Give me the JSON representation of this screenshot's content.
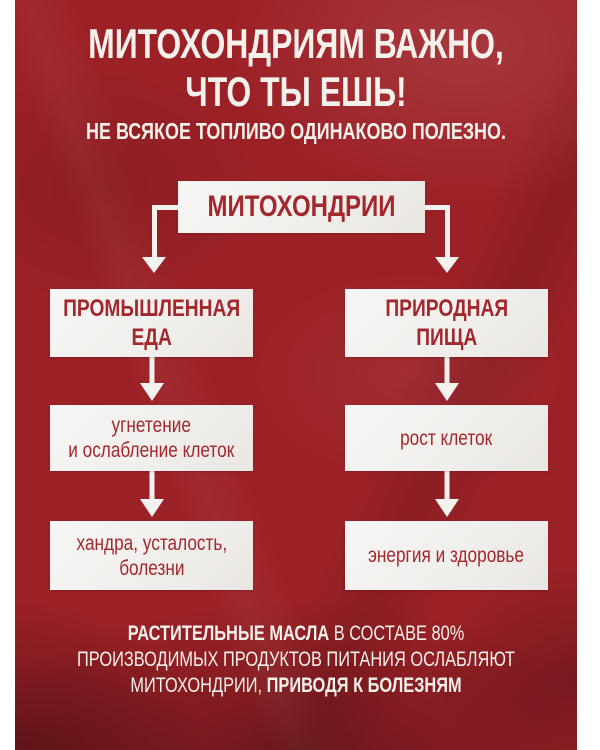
{
  "poster": {
    "header": {
      "title": "МИТОХОНДРИЯМ ВАЖНО,\nЧТО ТЫ ЕШЬ!",
      "subtitle": "НЕ ВСЯКОЕ ТОПЛИВО ОДИНАКОВО ПОЛЕЗНО."
    },
    "flowchart": {
      "root": "МИТОХОНДРИИ",
      "left_column": {
        "cause": "ПРОМЫШЛЕННАЯ\nЕДА",
        "effect1": "угнетение\nи ослабление клеток",
        "effect2": "хандра, усталость,\nболезни"
      },
      "right_column": {
        "cause": "ПРИРОДНАЯ\nПИЩА",
        "effect1": "рост клеток",
        "effect2": "энергия и здоровье"
      }
    },
    "footer": {
      "line1_bold": "РАСТИТЕЛЬНЫЕ МАСЛА",
      "line1_regular": " В СОСТАВЕ 80%",
      "line2_regular": "ПРОИЗВОДИМЫХ ПРОДУКТОВ ПИТАНИЯ ОСЛАБЛЯЮТ",
      "line3_regular": "МИТОХОНДРИИ, ",
      "line3_bold": "ПРИВОДЯ К БОЛЕЗНЯМ"
    },
    "colors": {
      "background_red": "#9c2127",
      "box_background": "#f4f2ef",
      "box_text_red": "#a3282e",
      "header_text": "#f4f0eb"
    }
  }
}
